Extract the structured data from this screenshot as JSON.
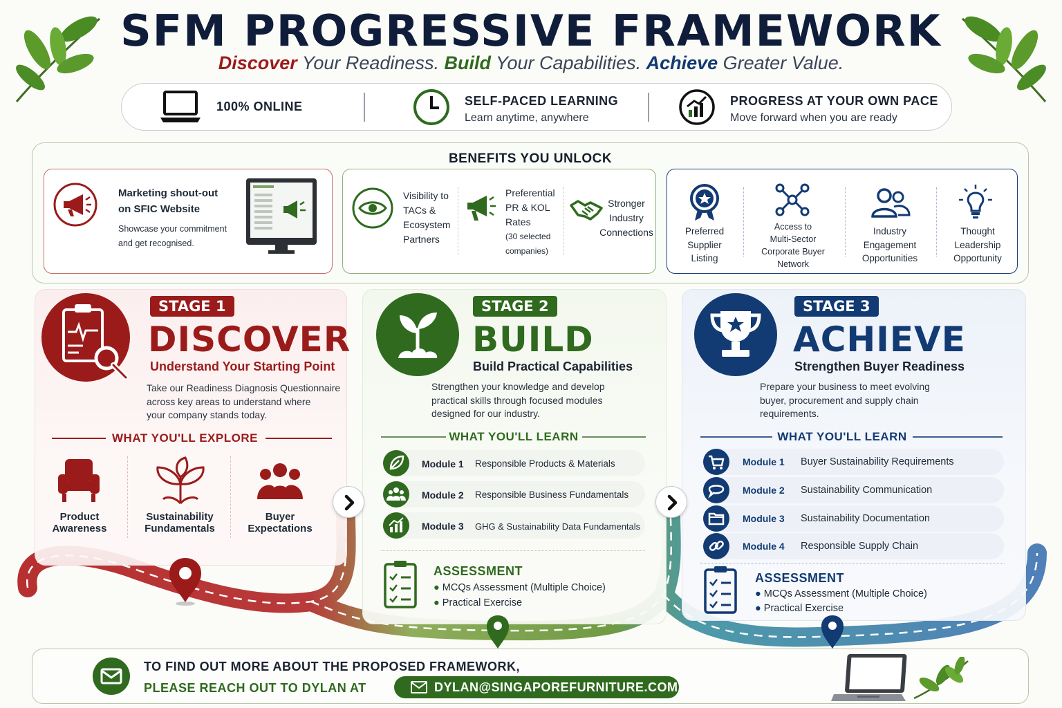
{
  "header": {
    "title": "SFM PROGRESSIVE FRAMEWORK",
    "tagline": {
      "discover": "Discover",
      "discover_rest": " Your Readiness. ",
      "build": "Build",
      "build_rest": " Your Capabilities. ",
      "achieve": "Achieve",
      "achieve_rest": " Greater Value."
    }
  },
  "features": [
    {
      "icon": "laptop-icon",
      "title": "100% ONLINE"
    },
    {
      "icon": "clock-icon",
      "title": "SELF-PACED LEARNING",
      "subtitle": "Learn anytime, anywhere"
    },
    {
      "icon": "growth-chart-icon",
      "title": "PROGRESS AT YOUR OWN PACE",
      "subtitle": "Move forward when you are ready"
    }
  ],
  "benefits": {
    "title": "BENEFITS YOU UNLOCK",
    "marketing": {
      "title_l1": "Marketing shout-out",
      "title_l2": "on SFIC Website",
      "desc_l1": "Showcase your commitment",
      "desc_l2": "and get recognised."
    },
    "green": [
      {
        "lines": [
          "Visibility to",
          "TACs &",
          "Ecosystem",
          "Partners"
        ]
      },
      {
        "lines": [
          "Preferential",
          "PR & KOL",
          "Rates"
        ],
        "note": [
          "(30 selected",
          "companies)"
        ]
      },
      {
        "lines": [
          "Stronger",
          "Industry",
          "Connections"
        ]
      }
    ],
    "blue": [
      {
        "lines": [
          "Preferred",
          "Supplier",
          "Listing"
        ]
      },
      {
        "lines": [
          "Access to",
          "Multi-Sector",
          "Corporate Buyer",
          "Network"
        ]
      },
      {
        "lines": [
          "Industry",
          "Engagement",
          "Opportunities"
        ]
      },
      {
        "lines": [
          "Thought",
          "Leadership",
          "Opportunity"
        ]
      }
    ]
  },
  "stages": {
    "s1": {
      "badge": "STAGE 1",
      "name": "DISCOVER",
      "subtitle": "Understand Your Starting Point",
      "desc": [
        "Take our Readiness Diagnosis Questionnaire",
        "across key areas to understand where",
        "your company stands today."
      ],
      "section": "WHAT YOU'LL EXPLORE",
      "explore": [
        {
          "l1": "Product",
          "l2": "Awareness"
        },
        {
          "l1": "Sustainability",
          "l2": "Fundamentals"
        },
        {
          "l1": "Buyer",
          "l2": "Expectations"
        }
      ]
    },
    "s2": {
      "badge": "STAGE 2",
      "name": "BUILD",
      "subtitle": "Build Practical Capabilities",
      "desc": [
        "Strengthen your knowledge and develop",
        "practical skills through focused modules",
        "designed for our industry."
      ],
      "section": "WHAT YOU'LL LEARN",
      "modules": [
        {
          "num": "Module 1",
          "text": "Responsible Products & Materials"
        },
        {
          "num": "Module 2",
          "text": "Responsible Business Fundamentals"
        },
        {
          "num": "Module 3",
          "text": "GHG & Sustainability Data Fundamentals"
        }
      ],
      "assessment": {
        "title": "ASSESSMENT",
        "items": [
          "MCQs Assessment (Multiple Choice)",
          "Practical Exercise"
        ]
      }
    },
    "s3": {
      "badge": "STAGE 3",
      "name": "ACHIEVE",
      "subtitle": "Strengthen Buyer Readiness",
      "desc": [
        "Prepare your business to meet evolving",
        "buyer, procurement and supply chain",
        "requirements."
      ],
      "section": "WHAT YOU'LL LEARN",
      "modules": [
        {
          "num": "Module 1",
          "text": "Buyer Sustainability Requirements"
        },
        {
          "num": "Module 2",
          "text": "Sustainability Communication"
        },
        {
          "num": "Module 3",
          "text": "Sustainability Documentation"
        },
        {
          "num": "Module 4",
          "text": "Responsible Supply Chain"
        }
      ],
      "assessment": {
        "title": "ASSESSMENT",
        "items": [
          "MCQs Assessment (Multiple Choice)",
          "Practical Exercise"
        ]
      }
    }
  },
  "footer": {
    "line1": "TO FIND OUT MORE ABOUT THE PROPOSED FRAMEWORK,",
    "line2": "PLEASE REACH OUT TO DYLAN AT",
    "email": "DYLAN@SINGAPOREFURNITURE.COM"
  },
  "colors": {
    "red": "#9b1b1b",
    "green": "#2f6a1f",
    "blue": "#123a73",
    "navy": "#0f1d3a"
  }
}
